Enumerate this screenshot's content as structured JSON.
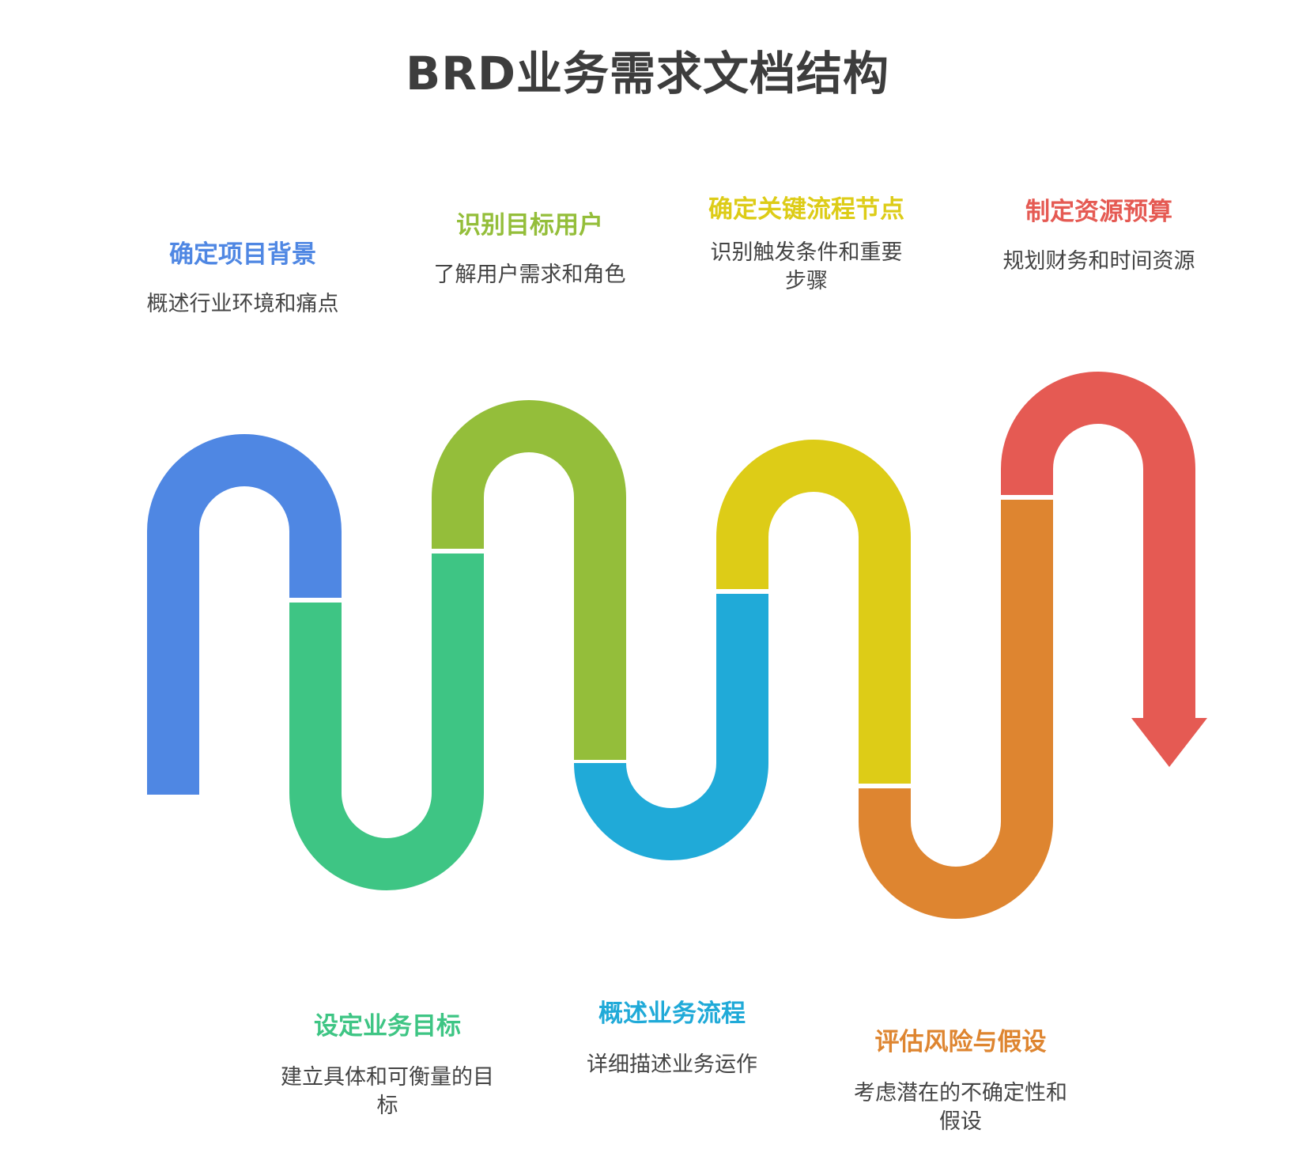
{
  "title": "BRD业务需求文档结构",
  "colors": {
    "blue": "#4F87E3",
    "green": "#3EC584",
    "olive": "#94BE3A",
    "cyan": "#20AAD8",
    "yellow": "#DDCC17",
    "orange": "#DE8530",
    "red": "#E55A53"
  },
  "steps": [
    {
      "title": "确定项目背景",
      "desc": "概述行业环境和痛点",
      "color": "#4F87E3"
    },
    {
      "title": "设定业务目标",
      "desc": "建立具体和可衡量的目标",
      "color": "#3EC584"
    },
    {
      "title": "识别目标用户",
      "desc": "了解用户需求和角色",
      "color": "#94BE3A"
    },
    {
      "title": "概述业务流程",
      "desc": "详细描述业务运作",
      "color": "#20AAD8"
    },
    {
      "title": "确定关键流程节点",
      "desc": "识别触发条件和重要步骤",
      "color": "#DDCC17"
    },
    {
      "title": "评估风险与假设",
      "desc": "考虑潜在的不确定性和假设",
      "color": "#DE8530"
    },
    {
      "title": "制定资源预算",
      "desc": "规划财务和时间资源",
      "color": "#E55A53"
    }
  ]
}
